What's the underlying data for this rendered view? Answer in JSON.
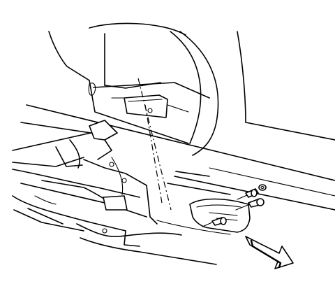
{
  "colors": {
    "background": "#ffffff",
    "linework": "#000000"
  },
  "parts": {
    "wheelhouse_panel": "wheelhouse-panel",
    "cargo_floor": "cargo-floor",
    "bracket": "access-bracket",
    "fasteners": "bolt-and-washer-set",
    "direction_arrow": "front-direction-arrow-icon"
  }
}
